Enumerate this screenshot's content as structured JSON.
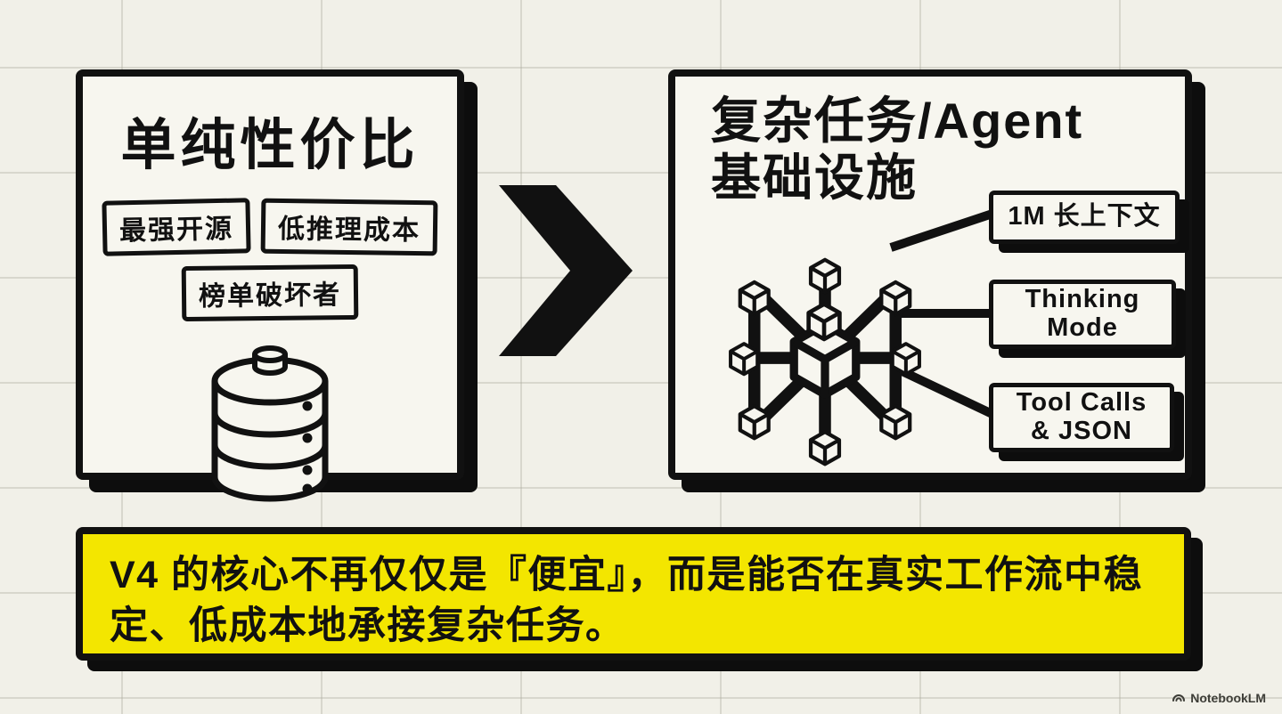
{
  "colors": {
    "background": "#f1f0e8",
    "panel": "#f7f6ef",
    "ink": "#111111",
    "banner_yellow": "#f3e600"
  },
  "left_panel": {
    "title": "单纯性价比",
    "tags": [
      "最强开源",
      "低推理成本",
      "榜单破坏者"
    ],
    "icon": "database-icon"
  },
  "arrow_icon": "chevron-right-arrow",
  "right_panel": {
    "title_line1": "复杂任务/Agent",
    "title_line2": "基础设施",
    "icon": "cube-lattice-icon",
    "features": [
      {
        "line1": "1M 长上下文",
        "line2": ""
      },
      {
        "line1": "Thinking",
        "line2": "Mode"
      },
      {
        "line1": "Tool Calls",
        "line2": "& JSON"
      }
    ]
  },
  "banner": {
    "text": "V4 的核心不再仅仅是『便宜』，而是能否在真实工作流中稳定、低成本地承接复杂任务。"
  },
  "footer": {
    "brand": "NotebookLM",
    "icon": "notebooklm-logo"
  }
}
